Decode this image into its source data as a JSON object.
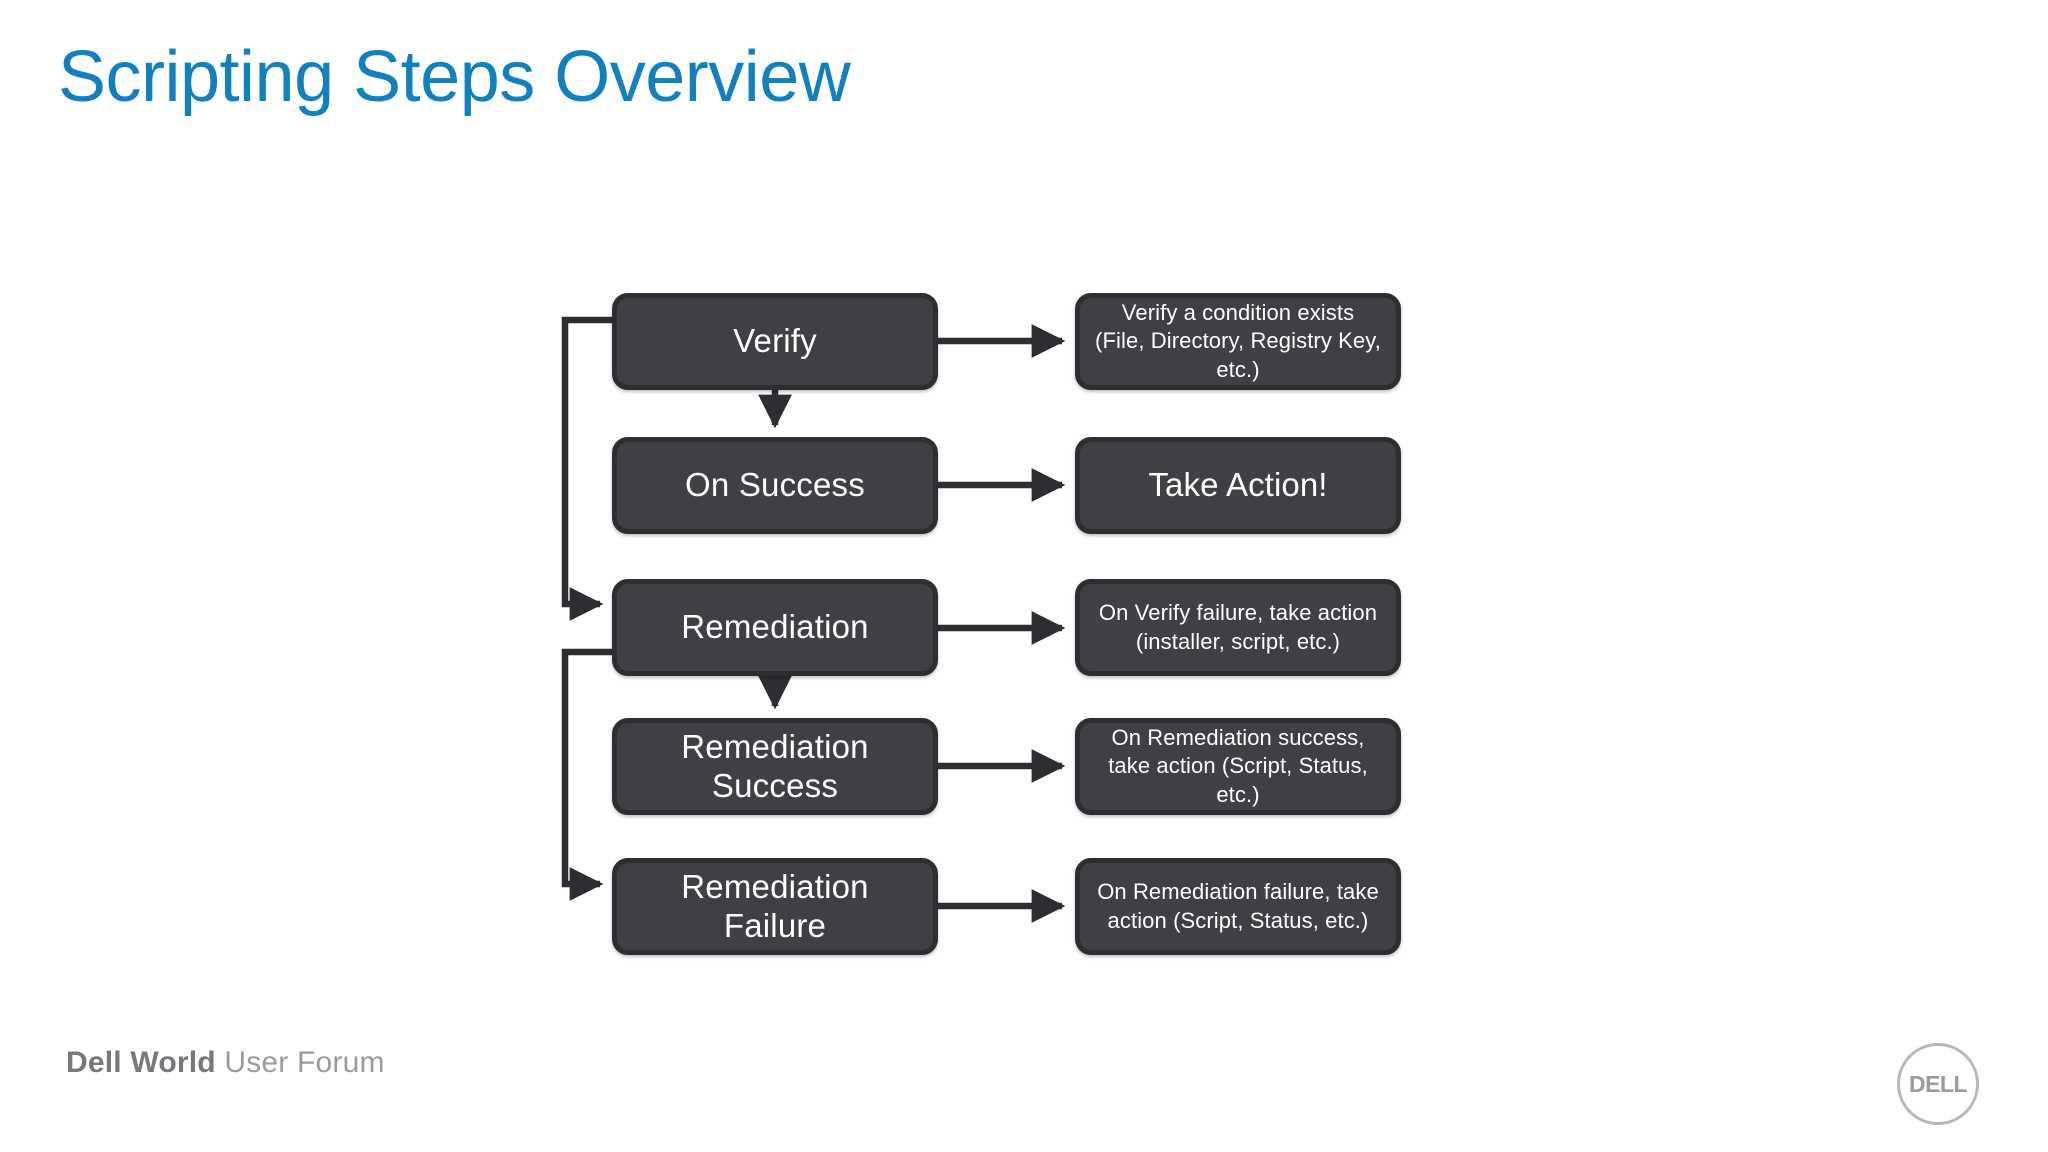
{
  "slide": {
    "title": "Scripting Steps Overview",
    "title_color": "#1280bd",
    "background_color": "#ffffff"
  },
  "diagram": {
    "node_fill": "#403f43",
    "node_border": "#2e2d31",
    "node_text_color": "#ffffff",
    "connector_color": "#2e2d31",
    "steps": [
      {
        "id": "verify",
        "label": "Verify"
      },
      {
        "id": "on-success",
        "label": "On Success"
      },
      {
        "id": "remediation",
        "label": "Remediation"
      },
      {
        "id": "remediation-success",
        "label": "Remediation\nSuccess"
      },
      {
        "id": "remediation-failure",
        "label": "Remediation\nFailure"
      }
    ],
    "details": [
      {
        "id": "verify-detail",
        "label": "Verify a condition exists (File, Directory, Registry Key, etc.)"
      },
      {
        "id": "take-action-detail",
        "label": "Take Action!"
      },
      {
        "id": "remediation-detail",
        "label": "On Verify failure, take action (installer, script, etc.)"
      },
      {
        "id": "remediation-success-detail",
        "label": "On Remediation success, take action (Script, Status, etc.)"
      },
      {
        "id": "remediation-failure-detail",
        "label": "On Remediation failure, take action (Script, Status, etc.)"
      }
    ]
  },
  "footer": {
    "brand": "Dell World",
    "event": " User Forum",
    "logo_text": "DELL"
  }
}
